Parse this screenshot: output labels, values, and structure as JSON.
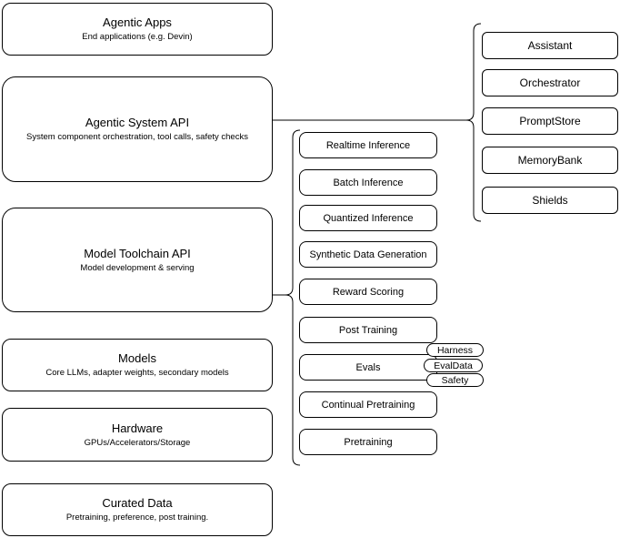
{
  "diagram": {
    "colors": {
      "border": "#000000",
      "background": "#ffffff",
      "text": "#000000"
    },
    "left_column": [
      {
        "title": "Agentic Apps",
        "subtitle": "End applications (e.g. Devin)"
      },
      {
        "title": "Agentic System API",
        "subtitle": "System component orchestration, tool calls, safety checks"
      },
      {
        "title": "Model Toolchain API",
        "subtitle": "Model development & serving"
      },
      {
        "title": "Models",
        "subtitle": "Core LLMs, adapter weights, secondary models"
      },
      {
        "title": "Hardware",
        "subtitle": "GPUs/Accelerators/Storage"
      },
      {
        "title": "Curated Data",
        "subtitle": "Pretraining, preference, post training."
      }
    ],
    "toolchain_items": [
      "Realtime Inference",
      "Batch Inference",
      "Quantized Inference",
      "Synthetic Data Generation",
      "Reward Scoring",
      "Post Training",
      "Evals",
      "Continual Pretraining",
      "Pretraining"
    ],
    "eval_tags": [
      "Harness",
      "EvalData",
      "Safety"
    ],
    "system_components": [
      "Assistant",
      "Orchestrator",
      "PromptStore",
      "MemoryBank",
      "Shields"
    ]
  }
}
